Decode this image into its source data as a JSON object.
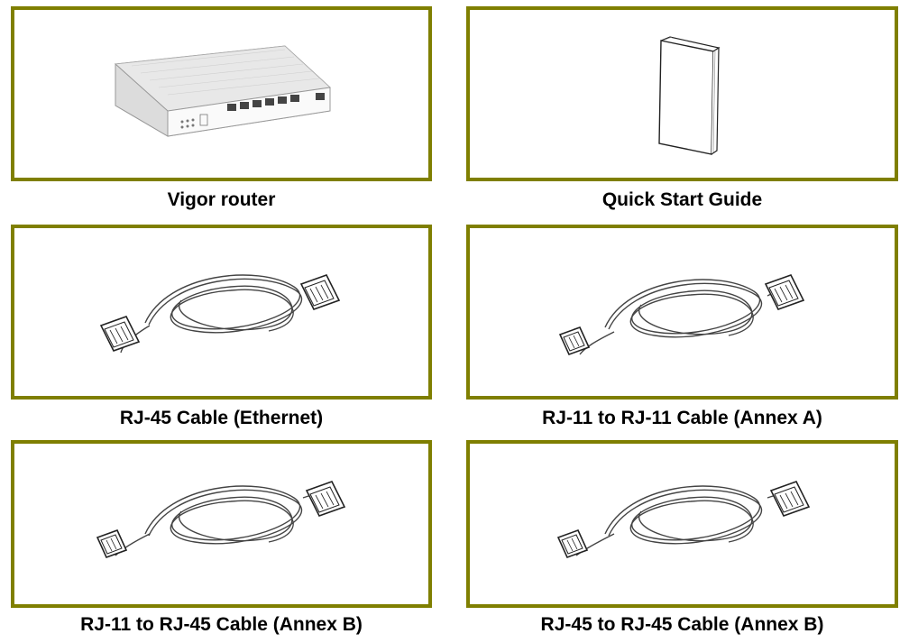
{
  "frame_color": "#7f7f00",
  "items": [
    {
      "label": "Vigor router",
      "icon": "router-icon"
    },
    {
      "label": "Quick Start Guide",
      "icon": "booklet-icon"
    },
    {
      "label": "RJ-45 Cable (Ethernet)",
      "icon": "rj45-cable-icon"
    },
    {
      "label": "RJ-11 to RJ-11 Cable (Annex A)",
      "icon": "rj11-cable-icon"
    },
    {
      "label": "RJ-11 to RJ-45 Cable (Annex B)",
      "icon": "rj11-rj45-cable-icon"
    },
    {
      "label": "RJ-45 to RJ-45 Cable (Annex B)",
      "icon": "rj45-rj45-cable-icon"
    }
  ]
}
